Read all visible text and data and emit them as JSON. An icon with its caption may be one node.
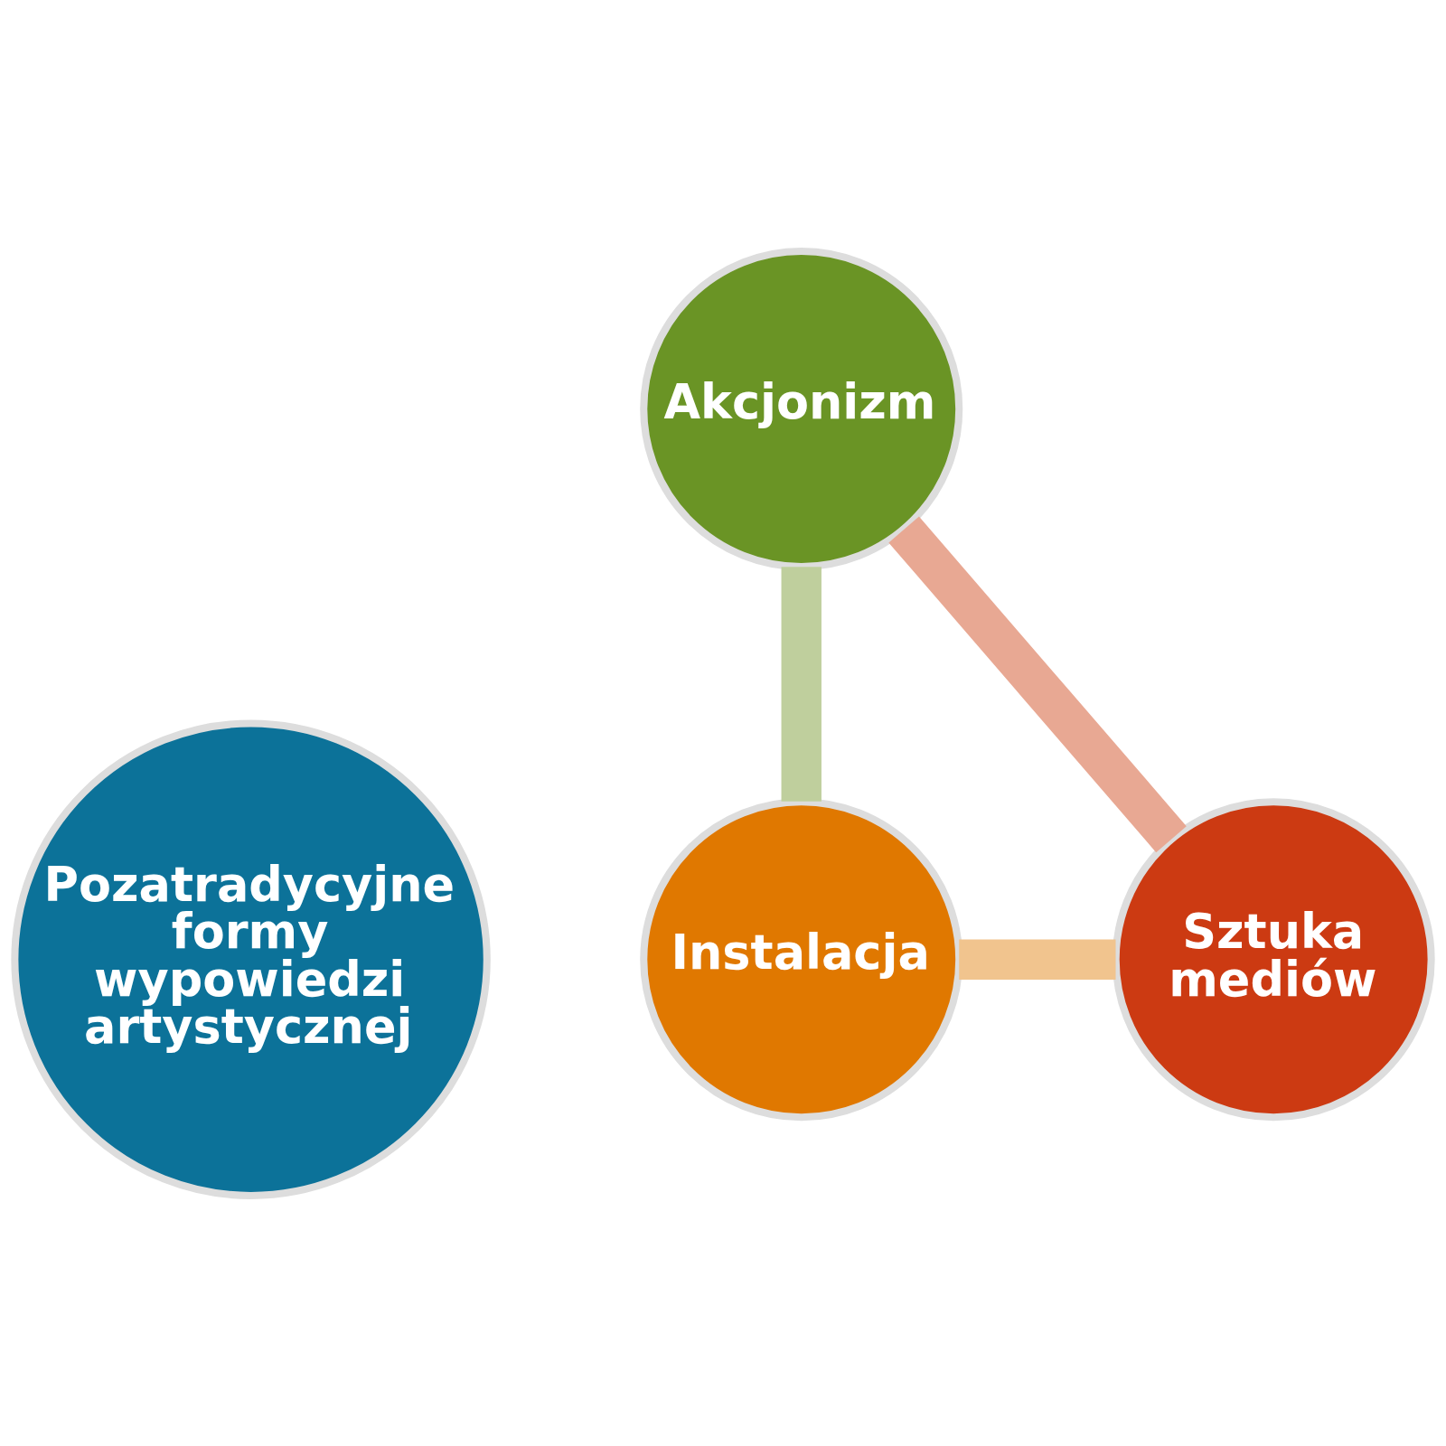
{
  "diagram": {
    "nodes": [
      {
        "text": [
          "Pozatradycyjne formy wypowiedzi artystycznej"
        ]
      },
      {
        "text": [
          "Akcjonizm"
        ]
      },
      {
        "text": [
          "Sztuka mediów"
        ]
      },
      {
        "text": [
          "Instalacja"
        ]
      }
    ],
    "edges": [
      {
        "from": 1,
        "to": 3,
        "arrow": "none",
        "color": "#bfcf9d"
      },
      {
        "from": 3,
        "to": 2,
        "arrow": "none",
        "color": "#f1c48e"
      },
      {
        "from": 2,
        "to": 1,
        "arrow": "none",
        "color": "#e8a893"
      }
    ]
  }
}
